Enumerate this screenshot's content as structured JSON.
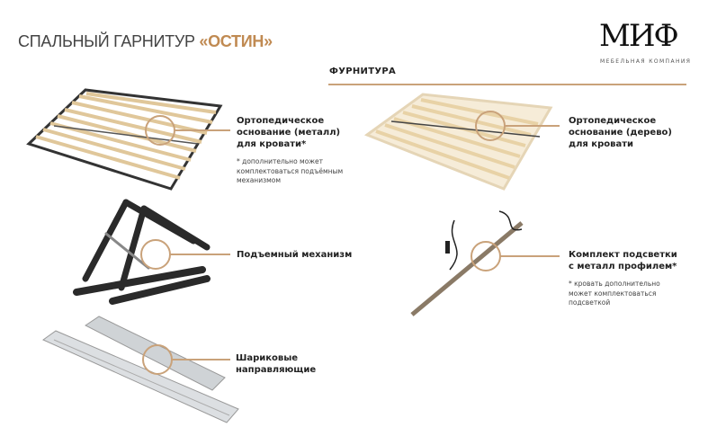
{
  "header": {
    "title_prefix": "СПАЛЬНЫЙ ГАРНИТУР ",
    "title_highlight": "«ОСТИН»",
    "logo_text": "МИФ",
    "logo_subtitle": "МЕБЕЛЬНАЯ КОМПАНИЯ"
  },
  "section": {
    "title": "ФУРНИТУРА"
  },
  "items": [
    {
      "label": "Ортопедическое основание (металл) для кровати*",
      "note": "* дополнительно может комплектоваться подъёмным механизмом"
    },
    {
      "label": "Подъемный механизм"
    },
    {
      "label": "Шариковые направляющие"
    },
    {
      "label": "Ортопедическое основание (дерево) для кровати"
    },
    {
      "label": "Комплект подсветки с металл профилем*",
      "note": "* кровать дополнительно может комплектоваться подсветкой"
    }
  ],
  "colors": {
    "accent": "#c08a52",
    "line": "#c9a27a"
  }
}
